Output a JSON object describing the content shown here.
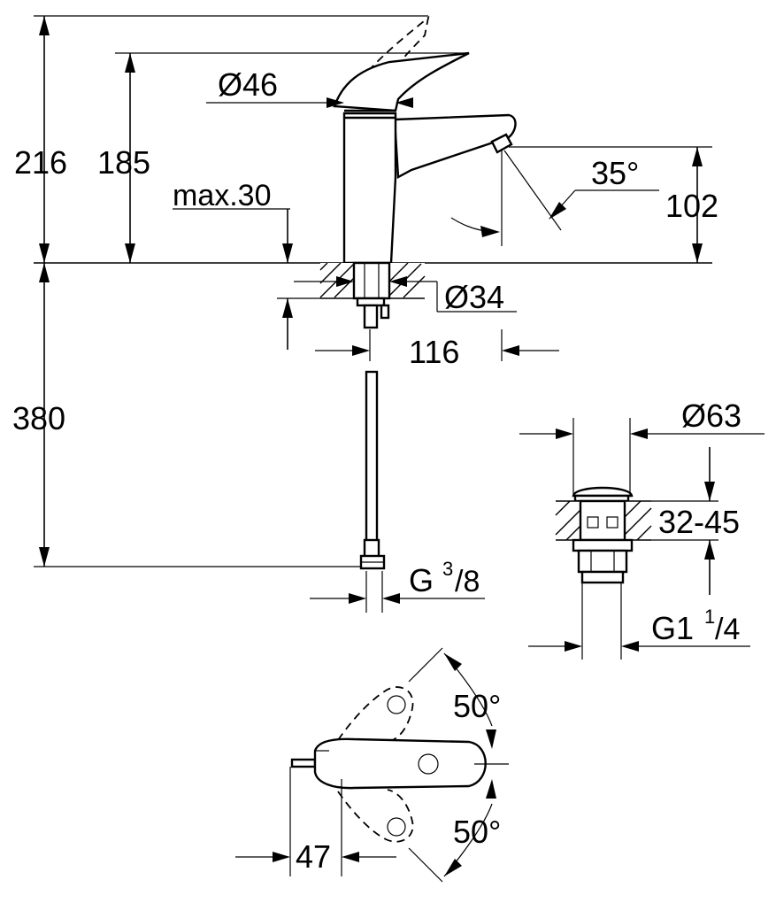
{
  "dimensions": {
    "total_height": "216",
    "spout_height": "185",
    "max_deck": "max.30",
    "body_diameter": "Ø46",
    "spout_angle": "35°",
    "outlet_height": "102",
    "hole_diameter": "Ø34",
    "projection": "116",
    "hose_length": "380",
    "connection_main": "G",
    "connection_sup": "3",
    "connection_sub": "/8",
    "waste_diameter": "Ø63",
    "waste_range": "32-45",
    "waste_thread_main": "G1",
    "waste_thread_sup": "1",
    "waste_thread_sub": "/4",
    "lever_angle_up": "50°",
    "lever_angle_down": "50°",
    "lever_offset": "47"
  }
}
